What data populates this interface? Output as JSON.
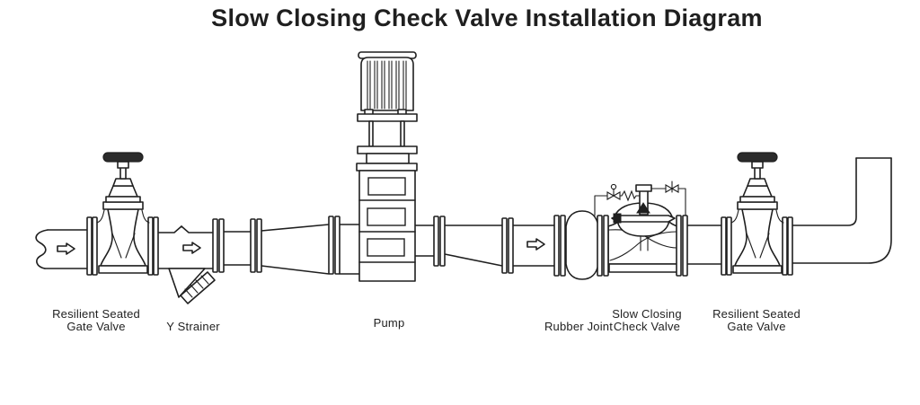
{
  "title": "Slow Closing Check Valve Installation Diagram",
  "colors": {
    "line": "#1f1f1f",
    "fill": "#ffffff",
    "handwheel": "#2b2b2b",
    "background": "#ffffff"
  },
  "labels": {
    "gate_valve_left": [
      "Resilient Seated",
      "Gate Valve"
    ],
    "y_strainer": "Y Strainer",
    "pump": "Pump",
    "rubber_joint": "Rubber Joint",
    "check_valve": [
      "Slow Closing",
      "Check Valve"
    ],
    "gate_valve_right": [
      "Resilient Seated",
      "Gate Valve"
    ]
  }
}
